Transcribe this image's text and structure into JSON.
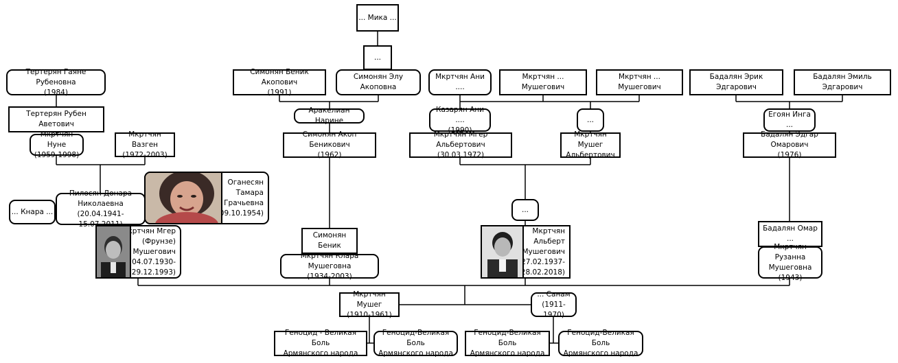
{
  "nodes": [
    {
      "id": "mika",
      "l1": "... Мика ..."
    },
    {
      "id": "mika_child",
      "l1": "..."
    },
    {
      "id": "gayane",
      "l1": "Тертерян Гаяне Рубеновна",
      "l2": "(1984)"
    },
    {
      "id": "ruben",
      "l1": "Тертерян Рубен Аветович"
    },
    {
      "id": "nune",
      "l1": "Мкртчян Нуне",
      "l2": "(1959-1998)"
    },
    {
      "id": "vazgen",
      "l1": "Мкртчян Вазген",
      "l2": "(1972-2003)"
    },
    {
      "id": "knara",
      "l1": "... Кнара ..."
    },
    {
      "id": "donara",
      "l1": "Пилосян Донара",
      "l2": "Николаевна",
      "l3": "(20.04.1941-15.07.2011)"
    },
    {
      "id": "tamara",
      "l1": "Оганесян",
      "l2": "Тамара",
      "l3": "Грачьевна",
      "l4": "(09.10.1954)"
    },
    {
      "id": "mger_f",
      "l1": "Мкртчян Мгер",
      "l2": "(Фрунзе)",
      "l3": "Мушегович",
      "l4": "(04.07.1930-",
      "l5": "29.12.1993)"
    },
    {
      "id": "benik_a",
      "l1": "Симонян Беник Акопович",
      "l2": "(1991)"
    },
    {
      "id": "elu",
      "l1": "Симонян Элу Акоповна"
    },
    {
      "id": "narine",
      "l1": "Аракелиан Нарине"
    },
    {
      "id": "akop",
      "l1": "Симонян Акоп Беникович",
      "l2": "(1962)"
    },
    {
      "id": "benik",
      "l1": "Симонян Беник"
    },
    {
      "id": "klara",
      "l1": "Мкртчян Клара Мушеговна",
      "l2": "(1934-2003)"
    },
    {
      "id": "ani_m",
      "l1": "Мкртчян Ани ...."
    },
    {
      "id": "mush1",
      "l1": "Мкртчян ... Мушегович"
    },
    {
      "id": "mush2",
      "l1": "Мкртчян ... Мушегович"
    },
    {
      "id": "ani_k",
      "l1": "Казарян Ани ....",
      "l2": "(1990)"
    },
    {
      "id": "dots_m",
      "l1": "..."
    },
    {
      "id": "mger_a",
      "l1": "Мкртчян Мгер Альбертович",
      "l2": "(30.03.1972)"
    },
    {
      "id": "mushegh_a",
      "l1": "Мкртчян Мушег",
      "l2": "Альбертович"
    },
    {
      "id": "dots_alb",
      "l1": "..."
    },
    {
      "id": "albert",
      "l1": "Мкртчян",
      "l2": "Альберт",
      "l3": "Мушегович",
      "l4": "(27.02.1937-",
      "l5": "28.02.2018)"
    },
    {
      "id": "erik",
      "l1": "Бадалян Эрик Эдгарович"
    },
    {
      "id": "emil",
      "l1": "Бадалян Эмиль Эдгарович"
    },
    {
      "id": "inga",
      "l1": "Егоян Инга ..."
    },
    {
      "id": "edgar",
      "l1": "Бадалян Эдгар Омарович",
      "l2": "(1976)"
    },
    {
      "id": "omar",
      "l1": "Бадалян Омар ..."
    },
    {
      "id": "ruzanna",
      "l1": "Мкртчян Рузанна",
      "l2": "Мушеговна",
      "l3": "(1943)"
    },
    {
      "id": "mushegh",
      "l1": "Мкртчян Мушег",
      "l2": "(1910-1961)"
    },
    {
      "id": "sanam",
      "l1": "... Санам",
      "l2": "(1911-1970)"
    },
    {
      "id": "gen1",
      "l1": "Геноцид -  Великая Боль",
      "l2": "Армянского народа"
    },
    {
      "id": "gen2",
      "l1": "Геноцид-Великая Боль",
      "l2": "Армянского народа"
    },
    {
      "id": "gen3",
      "l1": "Геноцид-Великая Боль",
      "l2": "Армянского народа"
    },
    {
      "id": "gen4",
      "l1": "Геноцид-Великая Боль",
      "l2": "Армянского народа"
    }
  ]
}
